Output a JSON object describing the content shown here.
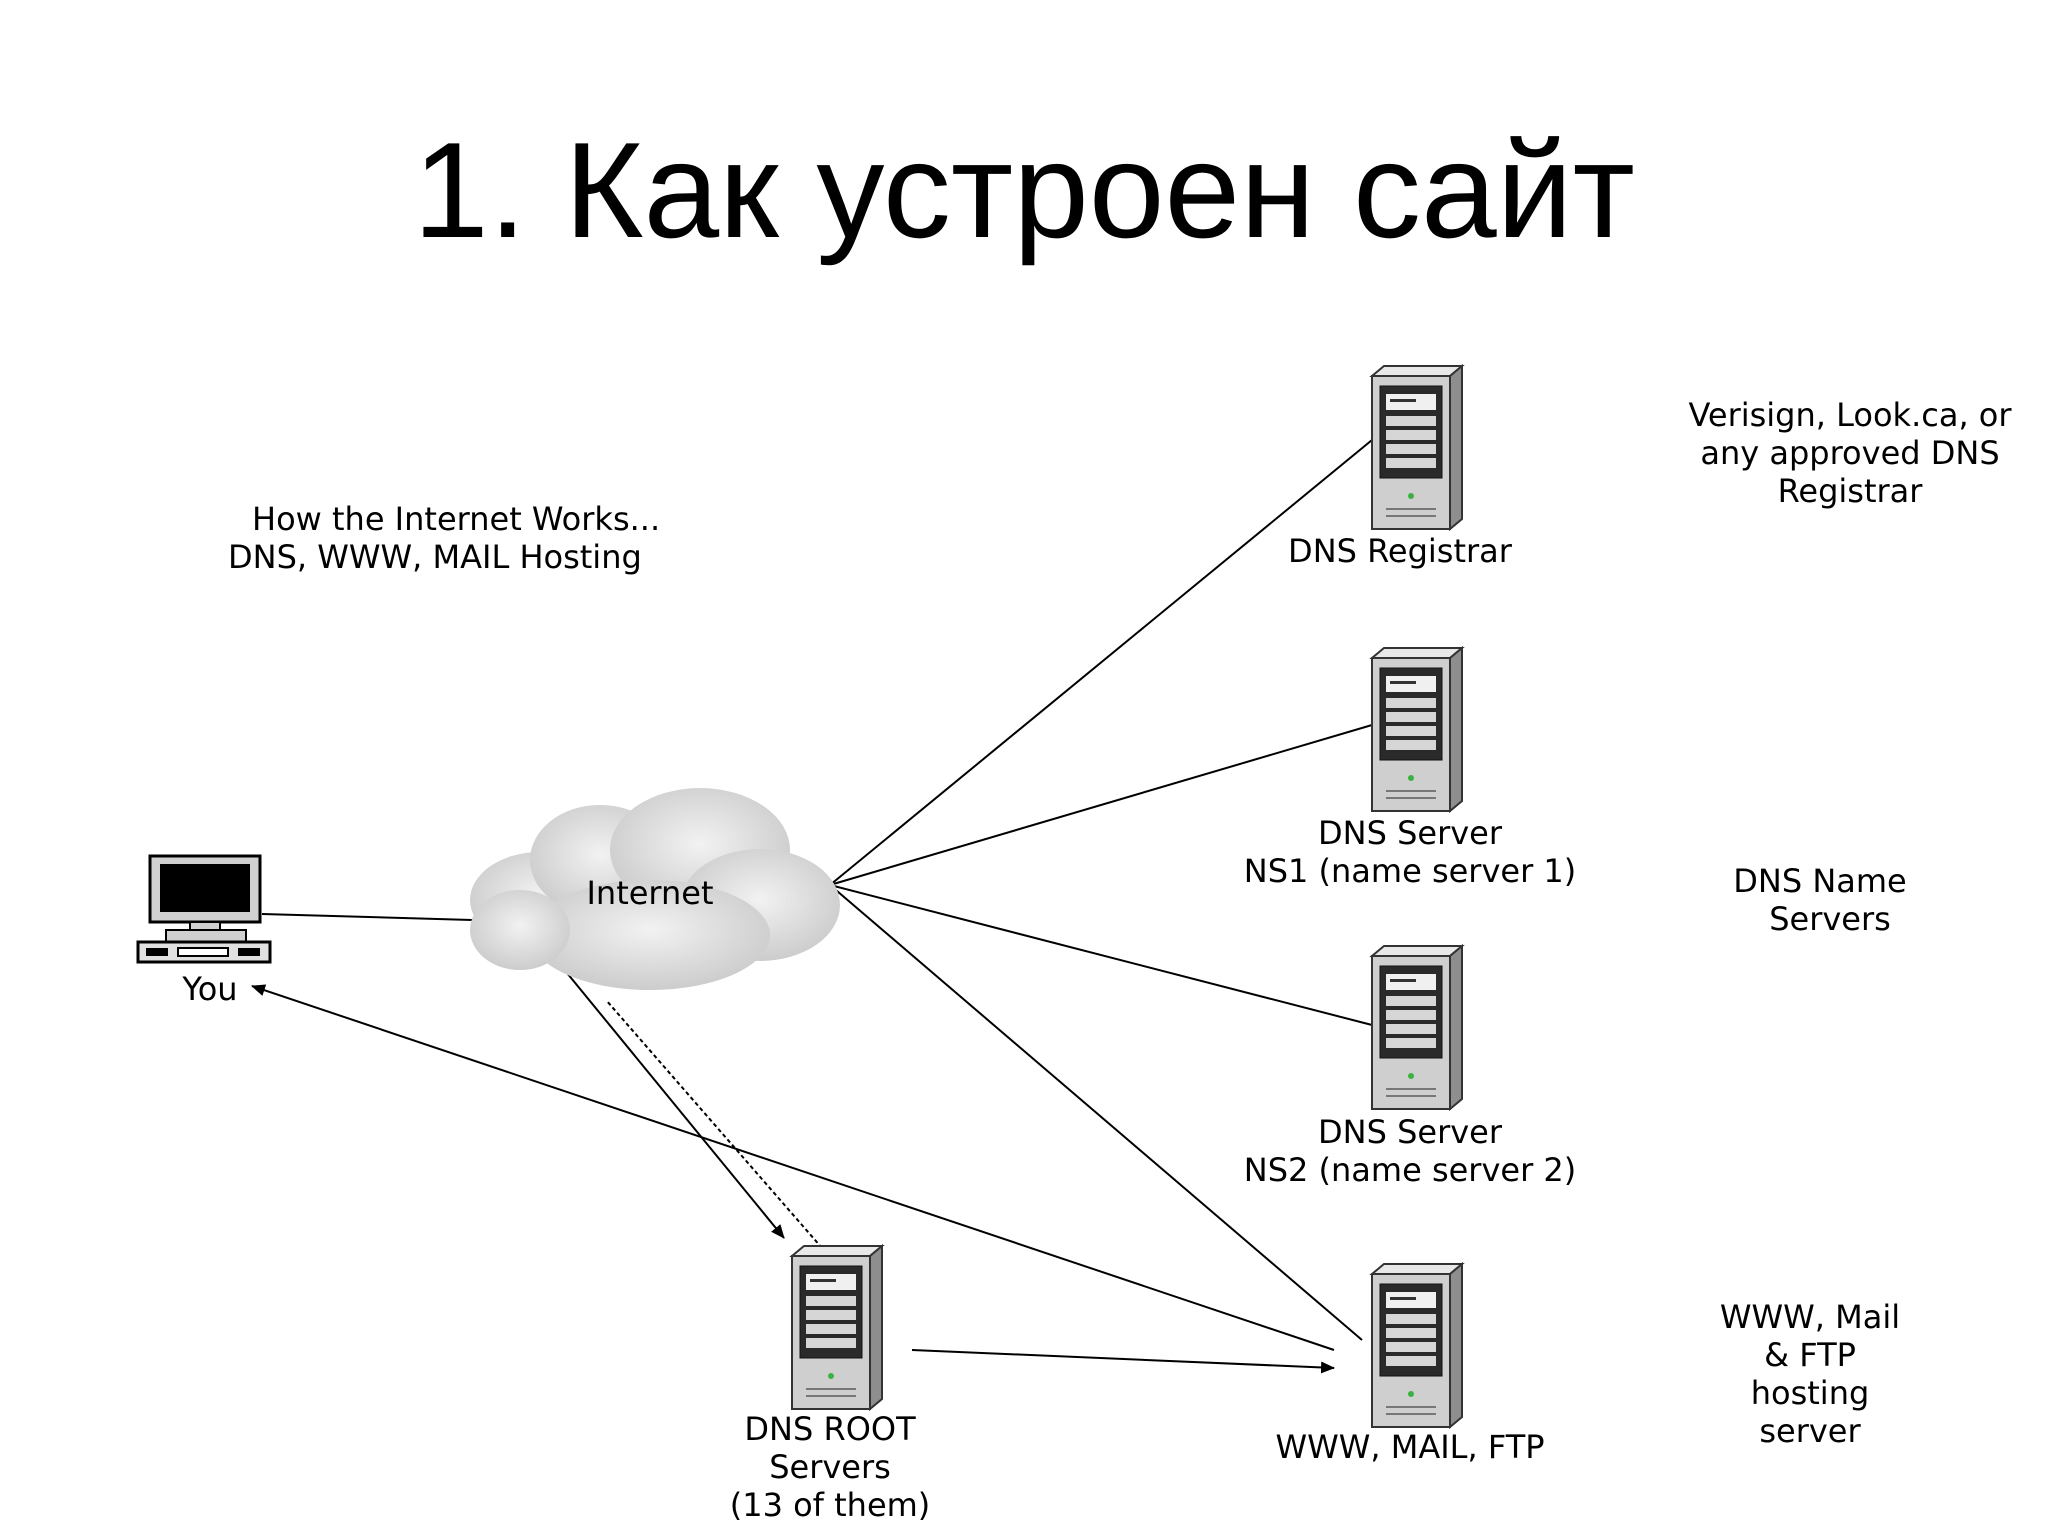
{
  "title": "1. Как устроен сайт",
  "diagram": {
    "intro": [
      "How the Internet Works...",
      "DNS, WWW, MAIL Hosting"
    ],
    "nodes": {
      "you": {
        "label": "You",
        "icon": "desktop-computer-icon"
      },
      "internet": {
        "label": "Internet",
        "icon": "cloud-icon"
      },
      "dns_registrar": {
        "label": [
          "DNS Registrar"
        ],
        "icon": "server-tower-icon"
      },
      "ns1": {
        "label": [
          "DNS Server",
          "NS1 (name server 1)"
        ],
        "icon": "server-tower-icon"
      },
      "ns2": {
        "label": [
          "DNS Server",
          "NS2 (name server 2)"
        ],
        "icon": "server-tower-icon"
      },
      "root": {
        "label": [
          "DNS ROOT",
          "Servers",
          "(13 of them)"
        ],
        "icon": "server-tower-icon"
      },
      "hosting": {
        "label": [
          "WWW, MAIL, FTP"
        ],
        "icon": "server-tower-icon"
      }
    },
    "notes": {
      "registrar": [
        "Verisign, Look.ca, or",
        "any approved DNS",
        "Registrar"
      ],
      "name_servers": [
        "DNS Name",
        "Servers"
      ],
      "hosting": [
        "WWW, Mail",
        "& FTP",
        "hosting",
        "server"
      ]
    },
    "edges": [
      {
        "from": "you",
        "to": "internet",
        "arrow": false
      },
      {
        "from": "internet",
        "to": "dns_registrar",
        "arrow": false
      },
      {
        "from": "internet",
        "to": "ns1",
        "arrow": false
      },
      {
        "from": "internet",
        "to": "ns2",
        "arrow": false
      },
      {
        "from": "internet",
        "to": "hosting",
        "arrow": false
      },
      {
        "from": "internet",
        "to": "root",
        "arrow": true
      },
      {
        "from": "root",
        "to": "internet",
        "arrow": false
      },
      {
        "from": "root",
        "to": "hosting",
        "arrow": true
      },
      {
        "from": "hosting",
        "to": "you",
        "arrow": true
      }
    ],
    "colors": {
      "line": "#000000",
      "server_body": "#c8c8c8",
      "server_dark": "#2a2a2a",
      "cloud": "#d9d9d9"
    }
  }
}
